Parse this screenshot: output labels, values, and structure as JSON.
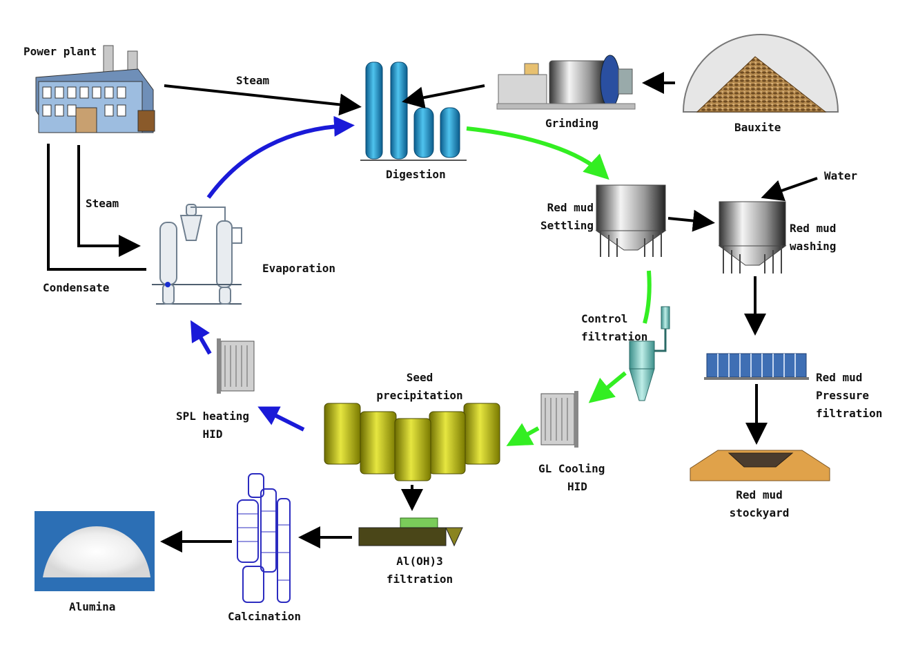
{
  "labels": {
    "power_plant": "Power plant",
    "steam_top": "Steam",
    "steam_left": "Steam",
    "condensate": "Condensate",
    "digestion": "Digestion",
    "grinding": "Grinding",
    "bauxite": "Bauxite",
    "water": "Water",
    "red_mud_settling": [
      "Red mud",
      "Settling"
    ],
    "red_mud_washing": [
      "Red mud",
      "washing"
    ],
    "evaporation": "Evaporation",
    "control_filtration": [
      "Control",
      "filtration"
    ],
    "red_mud_pressure_filtration": [
      "Red mud",
      "Pressure",
      "filtration"
    ],
    "seed_precipitation": [
      "Seed",
      "precipitation"
    ],
    "spl_heating_hid": [
      "SPL heating",
      "HID"
    ],
    "gl_cooling_hid": [
      "GL Cooling",
      "HID"
    ],
    "red_mud_stockyard": [
      "Red mud",
      "stockyard"
    ],
    "aloh3_filtration": [
      "Al(OH)3",
      "filtration"
    ],
    "alumina": "Alumina",
    "calcination": "Calcination"
  },
  "colors": {
    "flow_black": "#000000",
    "flow_green": "#33ee22",
    "flow_blue": "#1a1ad8",
    "tank_blue": "#2a9bd0",
    "tank_yellow": "#c8c820",
    "building": "#8fb0d8"
  }
}
